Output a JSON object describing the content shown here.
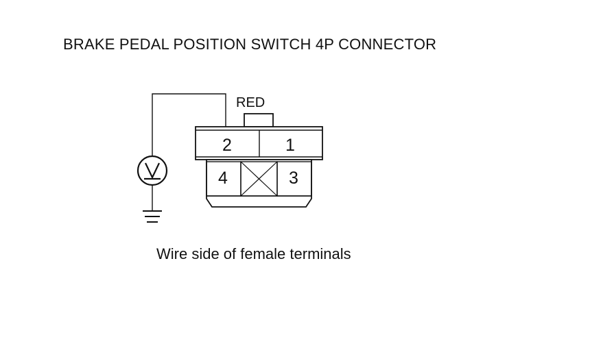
{
  "title": "BRAKE PEDAL POSITION SWITCH 4P CONNECTOR",
  "connector": {
    "color_label": "RED",
    "terminals": {
      "t1": "1",
      "t2": "2",
      "t3": "3",
      "t4": "4"
    },
    "probed_terminal": "2"
  },
  "meter": {
    "symbol": "V",
    "icon": "voltmeter-icon"
  },
  "ground": {
    "icon": "ground-icon"
  },
  "caption": "Wire side of female terminals"
}
